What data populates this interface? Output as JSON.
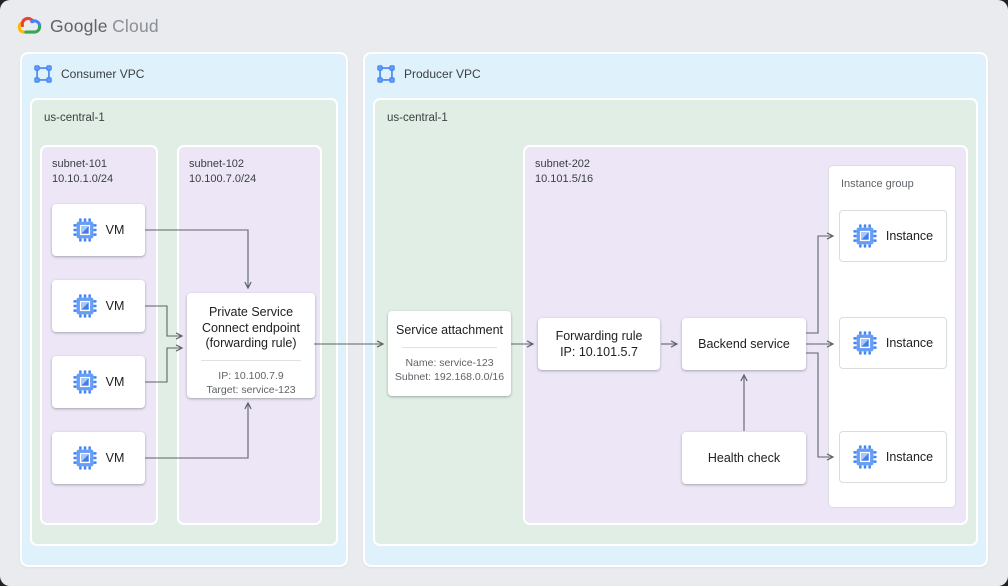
{
  "logo": {
    "brand": "Google",
    "product": "Cloud"
  },
  "consumer_vpc": {
    "label": "Consumer VPC",
    "region": {
      "label": "us-central-1",
      "subnet_101": {
        "name": "subnet-101",
        "cidr": "10.10.1.0/24",
        "vms": [
          {
            "label": "VM"
          },
          {
            "label": "VM"
          },
          {
            "label": "VM"
          },
          {
            "label": "VM"
          }
        ]
      },
      "subnet_102": {
        "name": "subnet-102",
        "cidr": "10.100.7.0/24",
        "psc_endpoint": {
          "title": "Private Service Connect endpoint (forwarding rule)",
          "ip": "IP: 10.100.7.9",
          "target": "Target: service-123"
        }
      }
    }
  },
  "producer_vpc": {
    "label": "Producer VPC",
    "region": {
      "label": "us-central-1",
      "service_attachment": {
        "title": "Service attachment",
        "name": "Name: service-123",
        "subnet": "Subnet: 192.168.0.0/16"
      },
      "subnet_202": {
        "name": "subnet-202",
        "cidr": "10.101.5/16",
        "forwarding_rule": {
          "line1": "Forwarding rule",
          "line2": "IP: 10.101.5.7"
        },
        "backend_service": {
          "label": "Backend service"
        },
        "health_check": {
          "label": "Health check"
        },
        "instance_group": {
          "label": "Instance group",
          "instances": [
            {
              "label": "Instance"
            },
            {
              "label": "Instance"
            },
            {
              "label": "Instance"
            }
          ]
        }
      }
    }
  },
  "colors": {
    "background": "#E9EBEE",
    "vpc_fill": "#DFF1FB",
    "region_fill": "#E0EEE5",
    "subnet_fill": "#ECE6F6",
    "arrow": "#5F6368",
    "accent_blue": "#4285F4",
    "logo_red": "#EA4335",
    "logo_yellow": "#FBBC04",
    "logo_green": "#34A853"
  }
}
